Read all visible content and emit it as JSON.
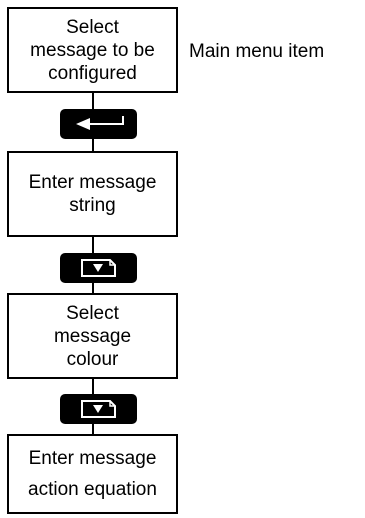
{
  "steps": [
    {
      "label": "Select\nmessage to be\nconfigured",
      "side_note": "Main menu item"
    },
    {
      "label": "Enter message\nstring"
    },
    {
      "label": "Select\nmessage\ncolour"
    },
    {
      "label": "Enter message\naction equation"
    }
  ],
  "keys": [
    {
      "icon": "enter-key-icon"
    },
    {
      "icon": "scroll-key-icon"
    },
    {
      "icon": "scroll-key-icon"
    }
  ],
  "colors": {
    "line": "#000000",
    "key_fill": "#000000",
    "key_symbol": "#ffffff",
    "background": "#ffffff"
  }
}
